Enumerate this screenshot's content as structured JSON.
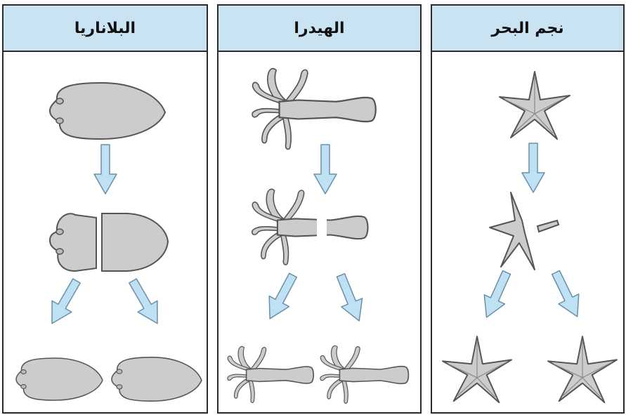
{
  "panels": [
    {
      "id": "planaria",
      "title": "البلاناريا"
    },
    {
      "id": "hydra",
      "title": "الهيدرا"
    },
    {
      "id": "starfish",
      "title": "نجم البحر"
    }
  ],
  "colors": {
    "header_bg": "#c9e3f3",
    "border": "#2b2b2b",
    "organism_fill": "#cccccc",
    "organism_stroke": "#555555",
    "arrow_fill": "#bfe1f4",
    "arrow_stroke": "#6a8fa8"
  }
}
